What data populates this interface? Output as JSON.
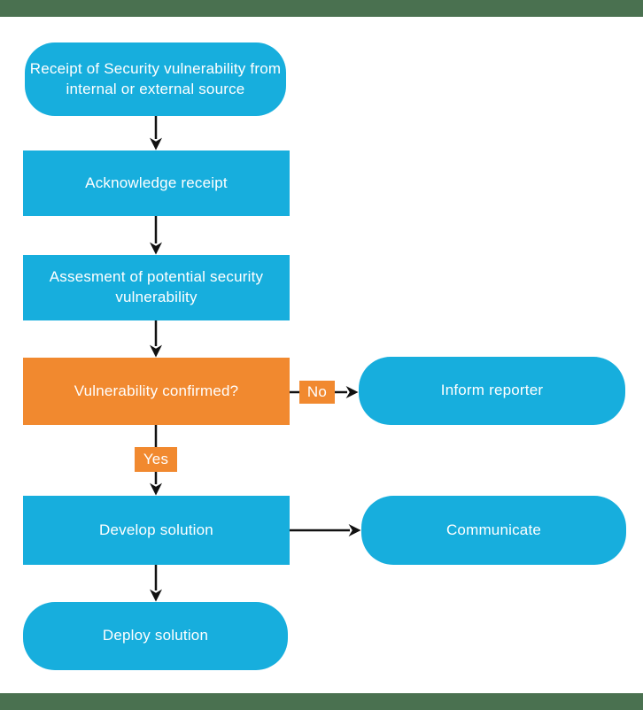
{
  "colors": {
    "cyan": "#17aedd",
    "orange": "#f1892f",
    "green": "#4a7150",
    "arrow": "#111111",
    "node_text": "#ffffff",
    "page_bg": "#ffffff"
  },
  "flowchart": {
    "type": "flowchart",
    "nodes": [
      {
        "id": "receipt",
        "shape": "rounded",
        "color": "cyan",
        "label": "Receipt of Security vulnerability from internal or external source"
      },
      {
        "id": "acknowledge",
        "shape": "rect",
        "color": "cyan",
        "label": "Acknowledge receipt"
      },
      {
        "id": "assessment",
        "shape": "rect",
        "color": "cyan",
        "label": "Assesment of potential security vulnerability"
      },
      {
        "id": "confirmed",
        "shape": "rect",
        "color": "orange",
        "label": "Vulnerability confirmed?"
      },
      {
        "id": "inform",
        "shape": "rounded",
        "color": "cyan",
        "label": "Inform reporter"
      },
      {
        "id": "develop",
        "shape": "rect",
        "color": "cyan",
        "label": "Develop solution"
      },
      {
        "id": "communicate",
        "shape": "rounded",
        "color": "cyan",
        "label": "Communicate"
      },
      {
        "id": "deploy",
        "shape": "rounded",
        "color": "cyan",
        "label": "Deploy solution"
      }
    ],
    "branch_labels": {
      "no": "No",
      "yes": "Yes"
    },
    "edges": [
      {
        "from": "receipt",
        "to": "acknowledge"
      },
      {
        "from": "acknowledge",
        "to": "assessment"
      },
      {
        "from": "assessment",
        "to": "confirmed"
      },
      {
        "from": "confirmed",
        "to": "inform",
        "label": "No"
      },
      {
        "from": "confirmed",
        "to": "develop",
        "label": "Yes"
      },
      {
        "from": "develop",
        "to": "communicate"
      },
      {
        "from": "develop",
        "to": "deploy"
      }
    ]
  }
}
